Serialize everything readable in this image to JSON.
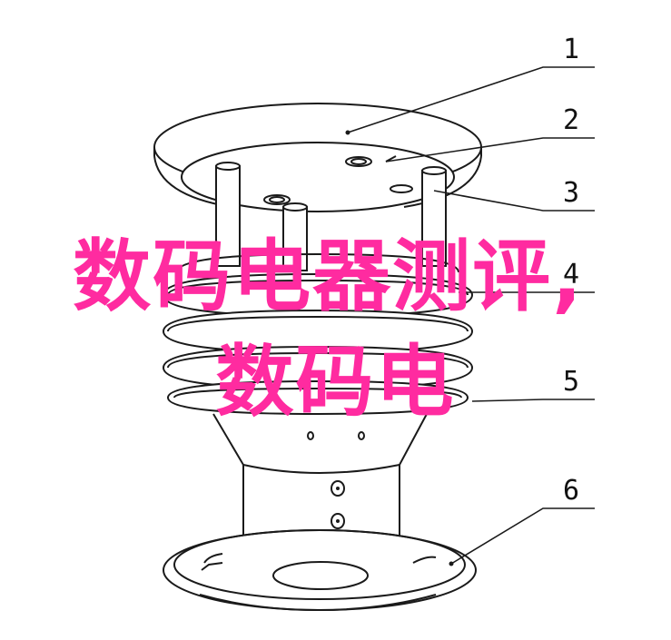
{
  "colors": {
    "line": "#1a1a1a",
    "overlay_text": "#ff2ba0",
    "background": "#ffffff"
  },
  "callouts": [
    "1",
    "2",
    "3",
    "4",
    "5",
    "6"
  ],
  "overlay": {
    "line1": "数码电器测评,",
    "line2": "数码电"
  }
}
